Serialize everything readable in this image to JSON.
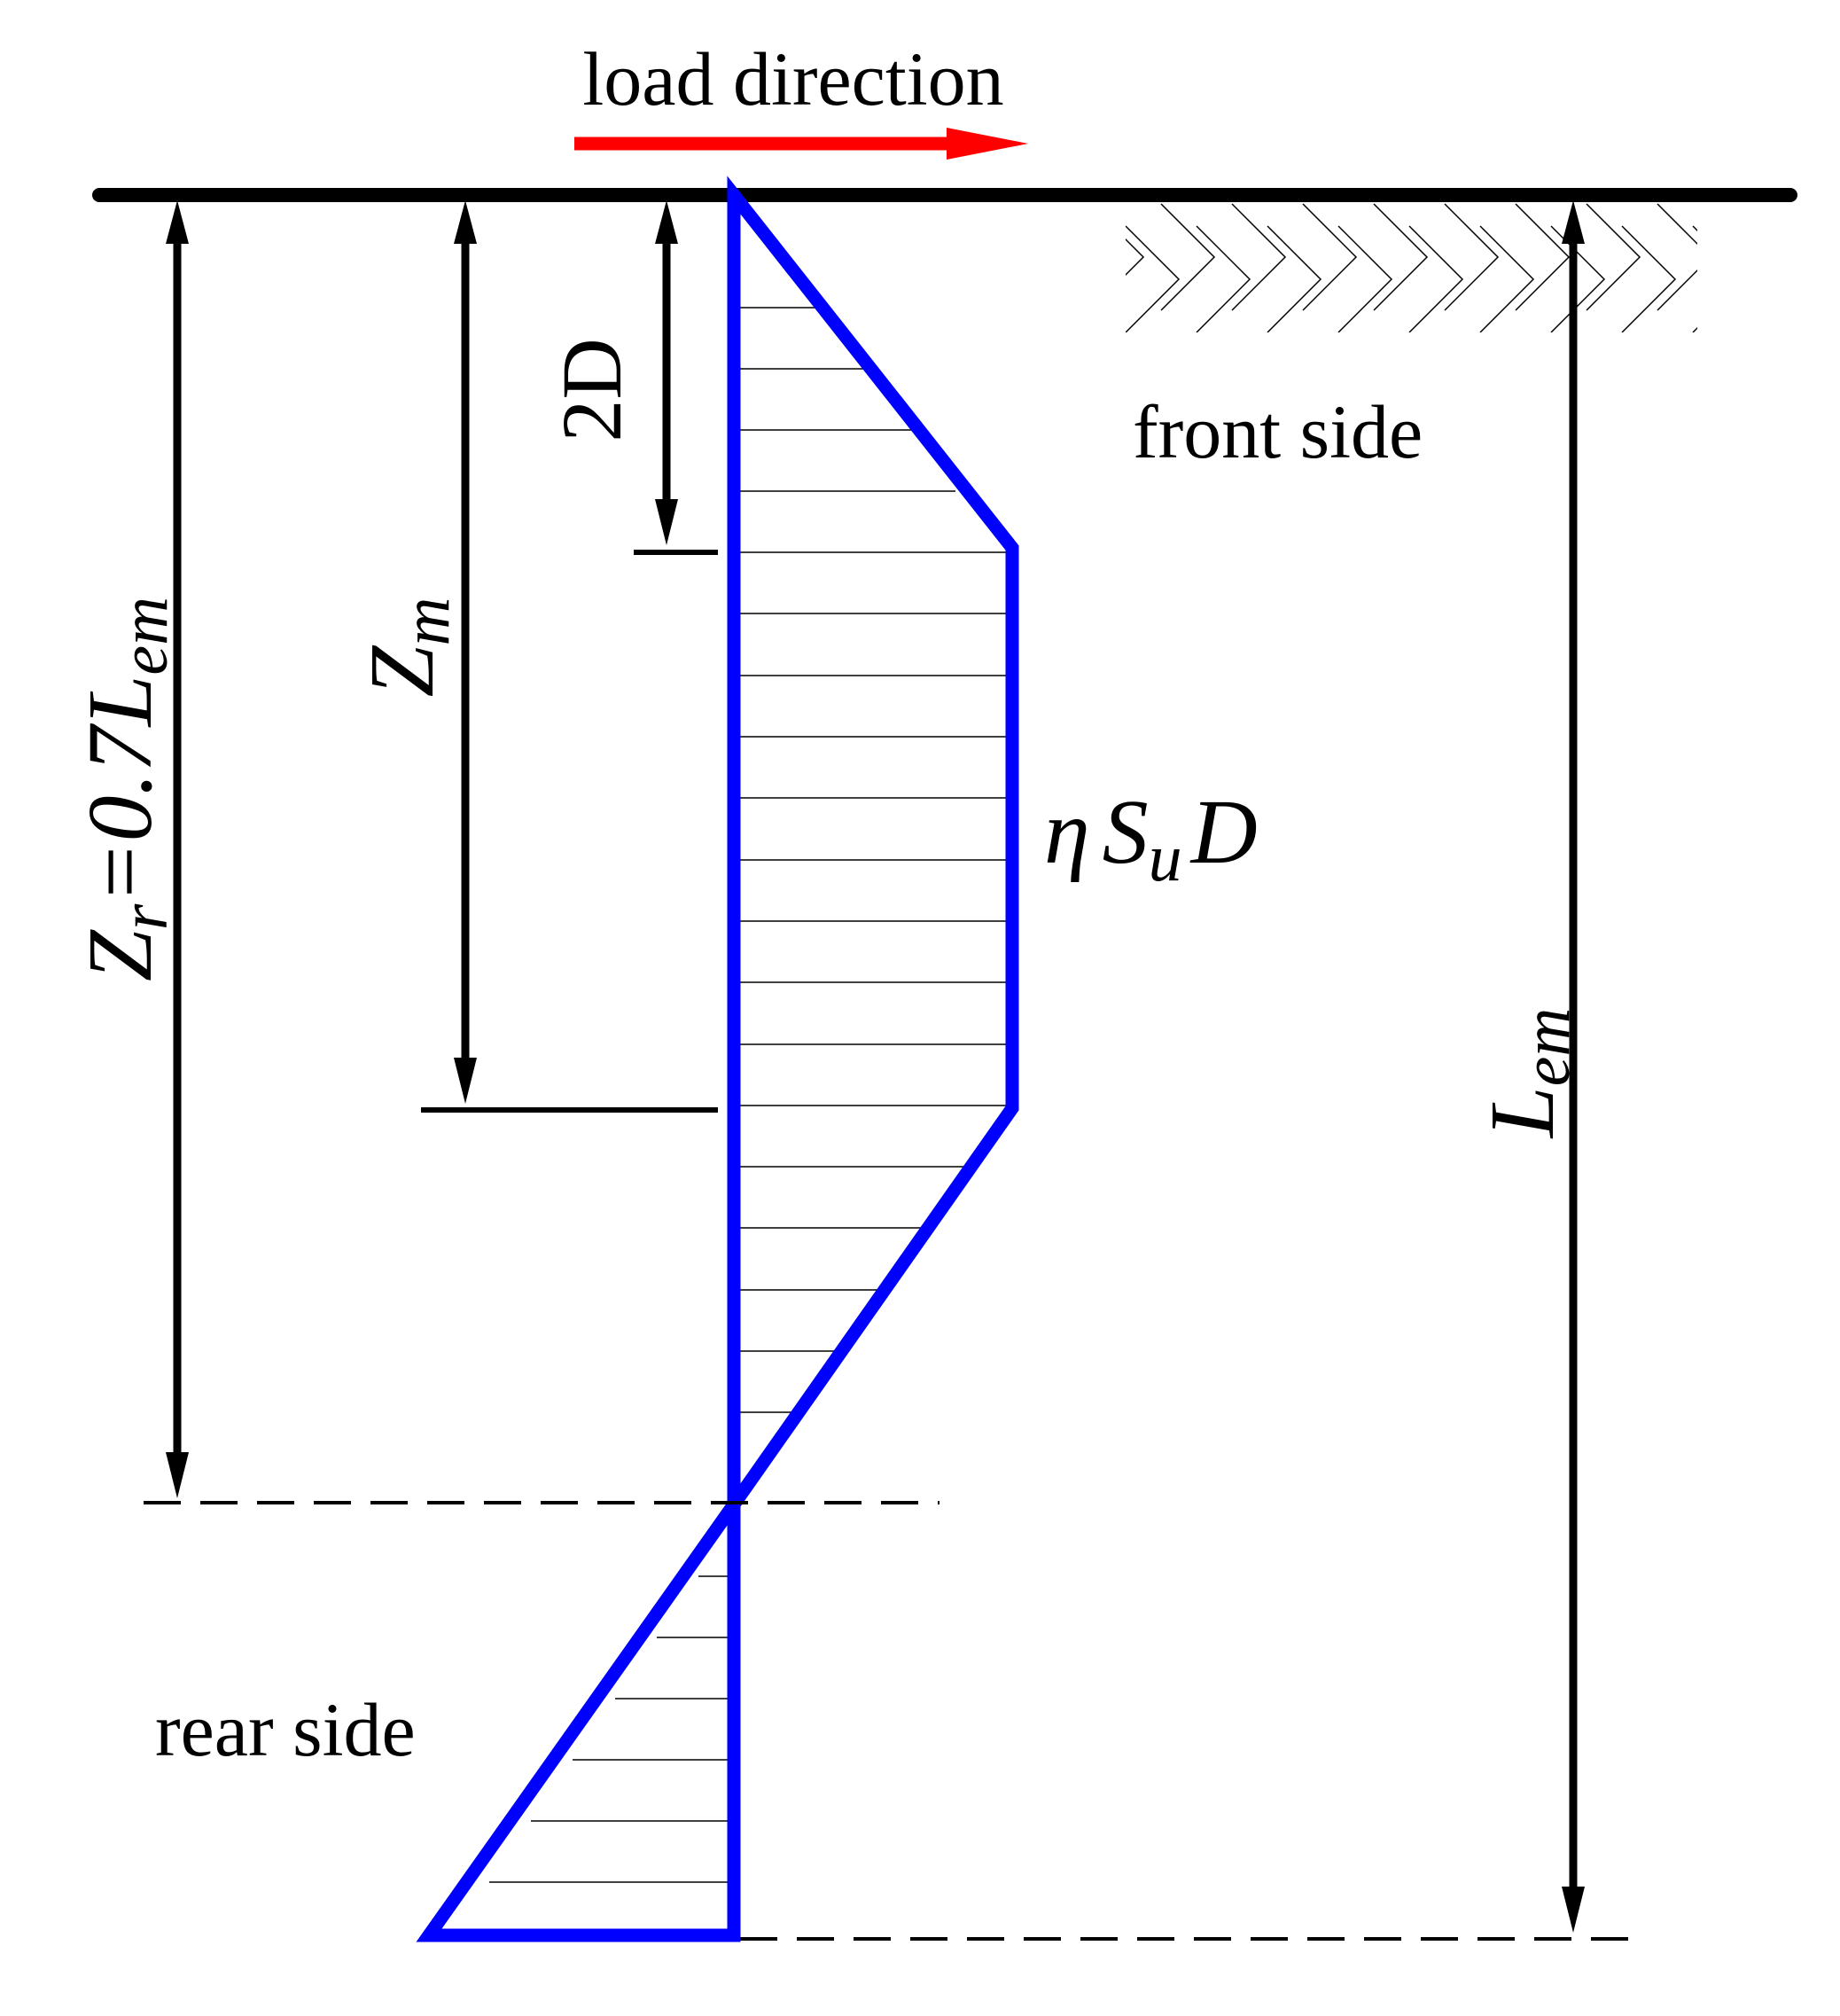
{
  "labels": {
    "load_direction": "load direction",
    "front_side": "front side",
    "rear_side": "rear side"
  },
  "math": {
    "two_d": "2D",
    "zm_main": "Z",
    "zm_sub": "m",
    "zr_main": "Z",
    "zr_sub": "r",
    "zr_eq": "=0.7L",
    "zr_sub2": "em",
    "lem_main": "L",
    "lem_sub": "em",
    "eta": "η",
    "s": "S",
    "s_sub": "u",
    "d": "D"
  },
  "colors": {
    "profile": "#0000ff",
    "load_arrow": "#ff0000",
    "line": "#000000",
    "hatch": "#000000"
  }
}
